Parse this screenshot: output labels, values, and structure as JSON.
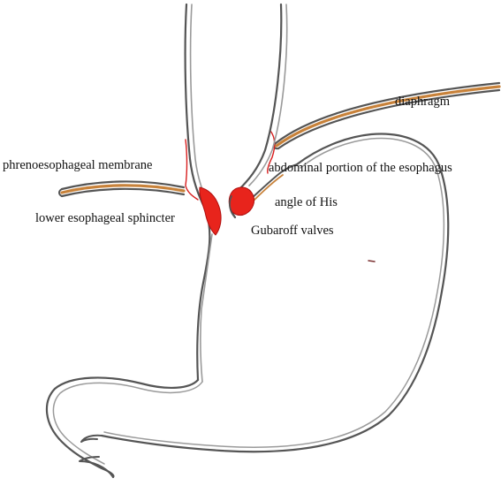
{
  "labels": {
    "diaphragm": "diaphragm",
    "phrenoesophageal_membrane": "phrenoesophageal membrane",
    "abdominal_portion": "abdominal portion of the esophagus",
    "angle_of_his": "angle of His",
    "lower_esophageal_sphincter": "lower esophageal sphincter",
    "gubaroff_valves": "Gubaroff valves"
  },
  "colors": {
    "outline": "#555555",
    "outline_light": "#9a9a9a",
    "diaphragm_fill": "#c8823a",
    "muscle_red": "#e8241c",
    "membrane_red": "#d81e1e"
  }
}
